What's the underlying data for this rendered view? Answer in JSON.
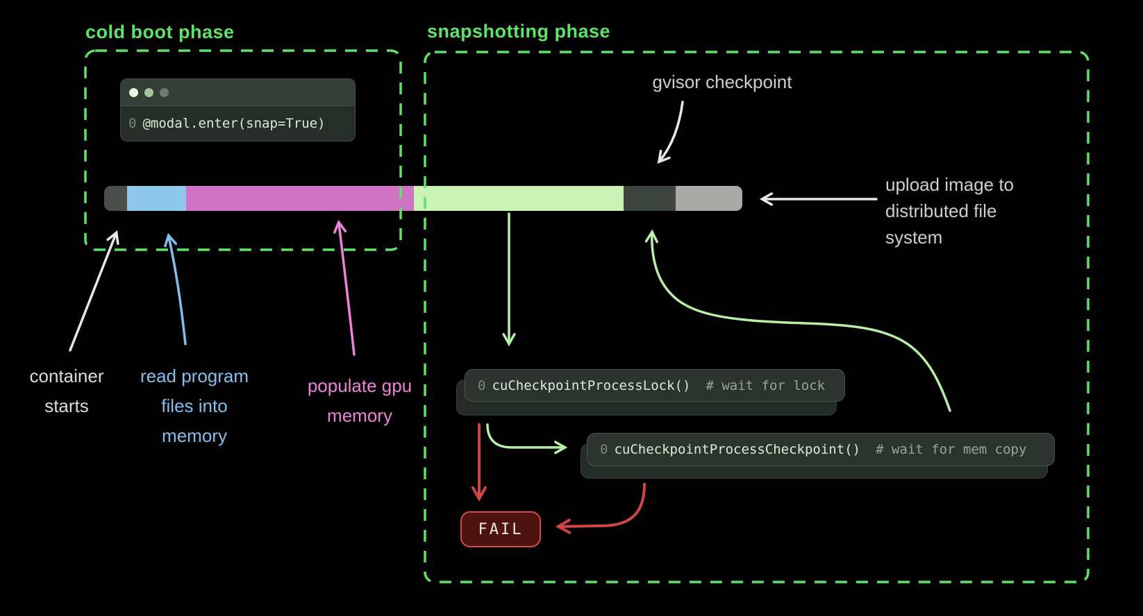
{
  "colors": {
    "background": "#000000",
    "phase_green": "#5ce467",
    "arrow_green": "#b9efa3",
    "arrow_white": "#e8eae6",
    "arrow_blue": "#82bfee",
    "arrow_pink": "#ee82d9",
    "arrow_red": "#d04545",
    "fail_fill": "#4e1411",
    "fail_border": "#d34b4b"
  },
  "phases": {
    "cold_boot": {
      "title": "cold boot phase"
    },
    "snapshotting": {
      "title": "snapshotting phase"
    }
  },
  "terminal": {
    "prefix": "0",
    "code": "@modal.enter(snap=True)"
  },
  "timeline": {
    "segments": [
      {
        "name": "container-start",
        "color": "#4a4f49"
      },
      {
        "name": "read-program-files",
        "color": "#8ec9ec"
      },
      {
        "name": "populate-gpu-memory",
        "color": "#d173c5"
      },
      {
        "name": "snapshot",
        "color": "#c9f3b4"
      },
      {
        "name": "gvisor-checkpoint",
        "color": "#3e443e"
      },
      {
        "name": "upload-image",
        "color": "#a9aaa6"
      }
    ]
  },
  "annotations": {
    "gvisor_checkpoint": "gvisor checkpoint",
    "upload_image": "upload image to\ndistributed file\nsystem",
    "container_starts": "container\nstarts",
    "read_program_files": "read program\nfiles into\nmemory",
    "populate_gpu": "populate gpu\nmemory"
  },
  "snippets": {
    "lock": {
      "prefix": "0",
      "code": "cuCheckpointProcessLock()",
      "comment": "# wait for lock"
    },
    "checkpoint": {
      "prefix": "0",
      "code": "cuCheckpointProcessCheckpoint()",
      "comment": "# wait for mem copy"
    }
  },
  "fail": {
    "label": "FAIL"
  }
}
